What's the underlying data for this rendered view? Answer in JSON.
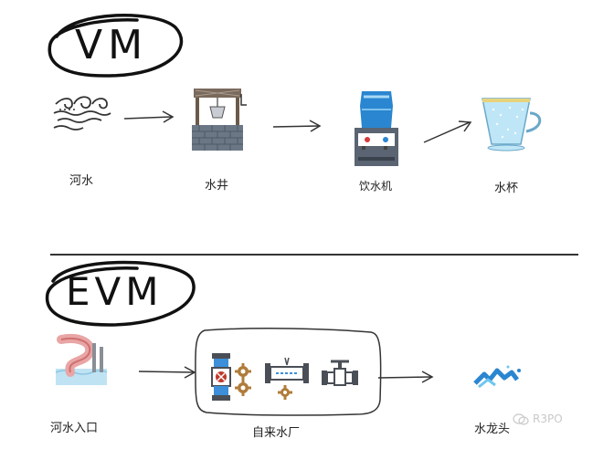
{
  "vm_section": {
    "badge": "VM",
    "labels": [
      "河水",
      "水井",
      "饮水机",
      "水杯"
    ],
    "icons": [
      "wind-waves-icon",
      "water-well-icon",
      "water-dispenser-icon",
      "water-cup-icon"
    ]
  },
  "evm_section": {
    "badge": "EVM",
    "labels": [
      "河水入口",
      "自来水厂",
      "水龙头"
    ],
    "icons": [
      "water-slide-intake-icon",
      "pipe-valve-gears-icon",
      "pipe-gear-icon",
      "water-valve-icon",
      "splash-water-icon"
    ]
  },
  "watermark": "R3PO",
  "colors": {
    "ink": "#111111",
    "gray_stone": "#6b7785",
    "blue": "#2a86d0",
    "light_blue": "#bfe6f7",
    "red": "#c0392b",
    "pink": "#e9a5a5"
  }
}
